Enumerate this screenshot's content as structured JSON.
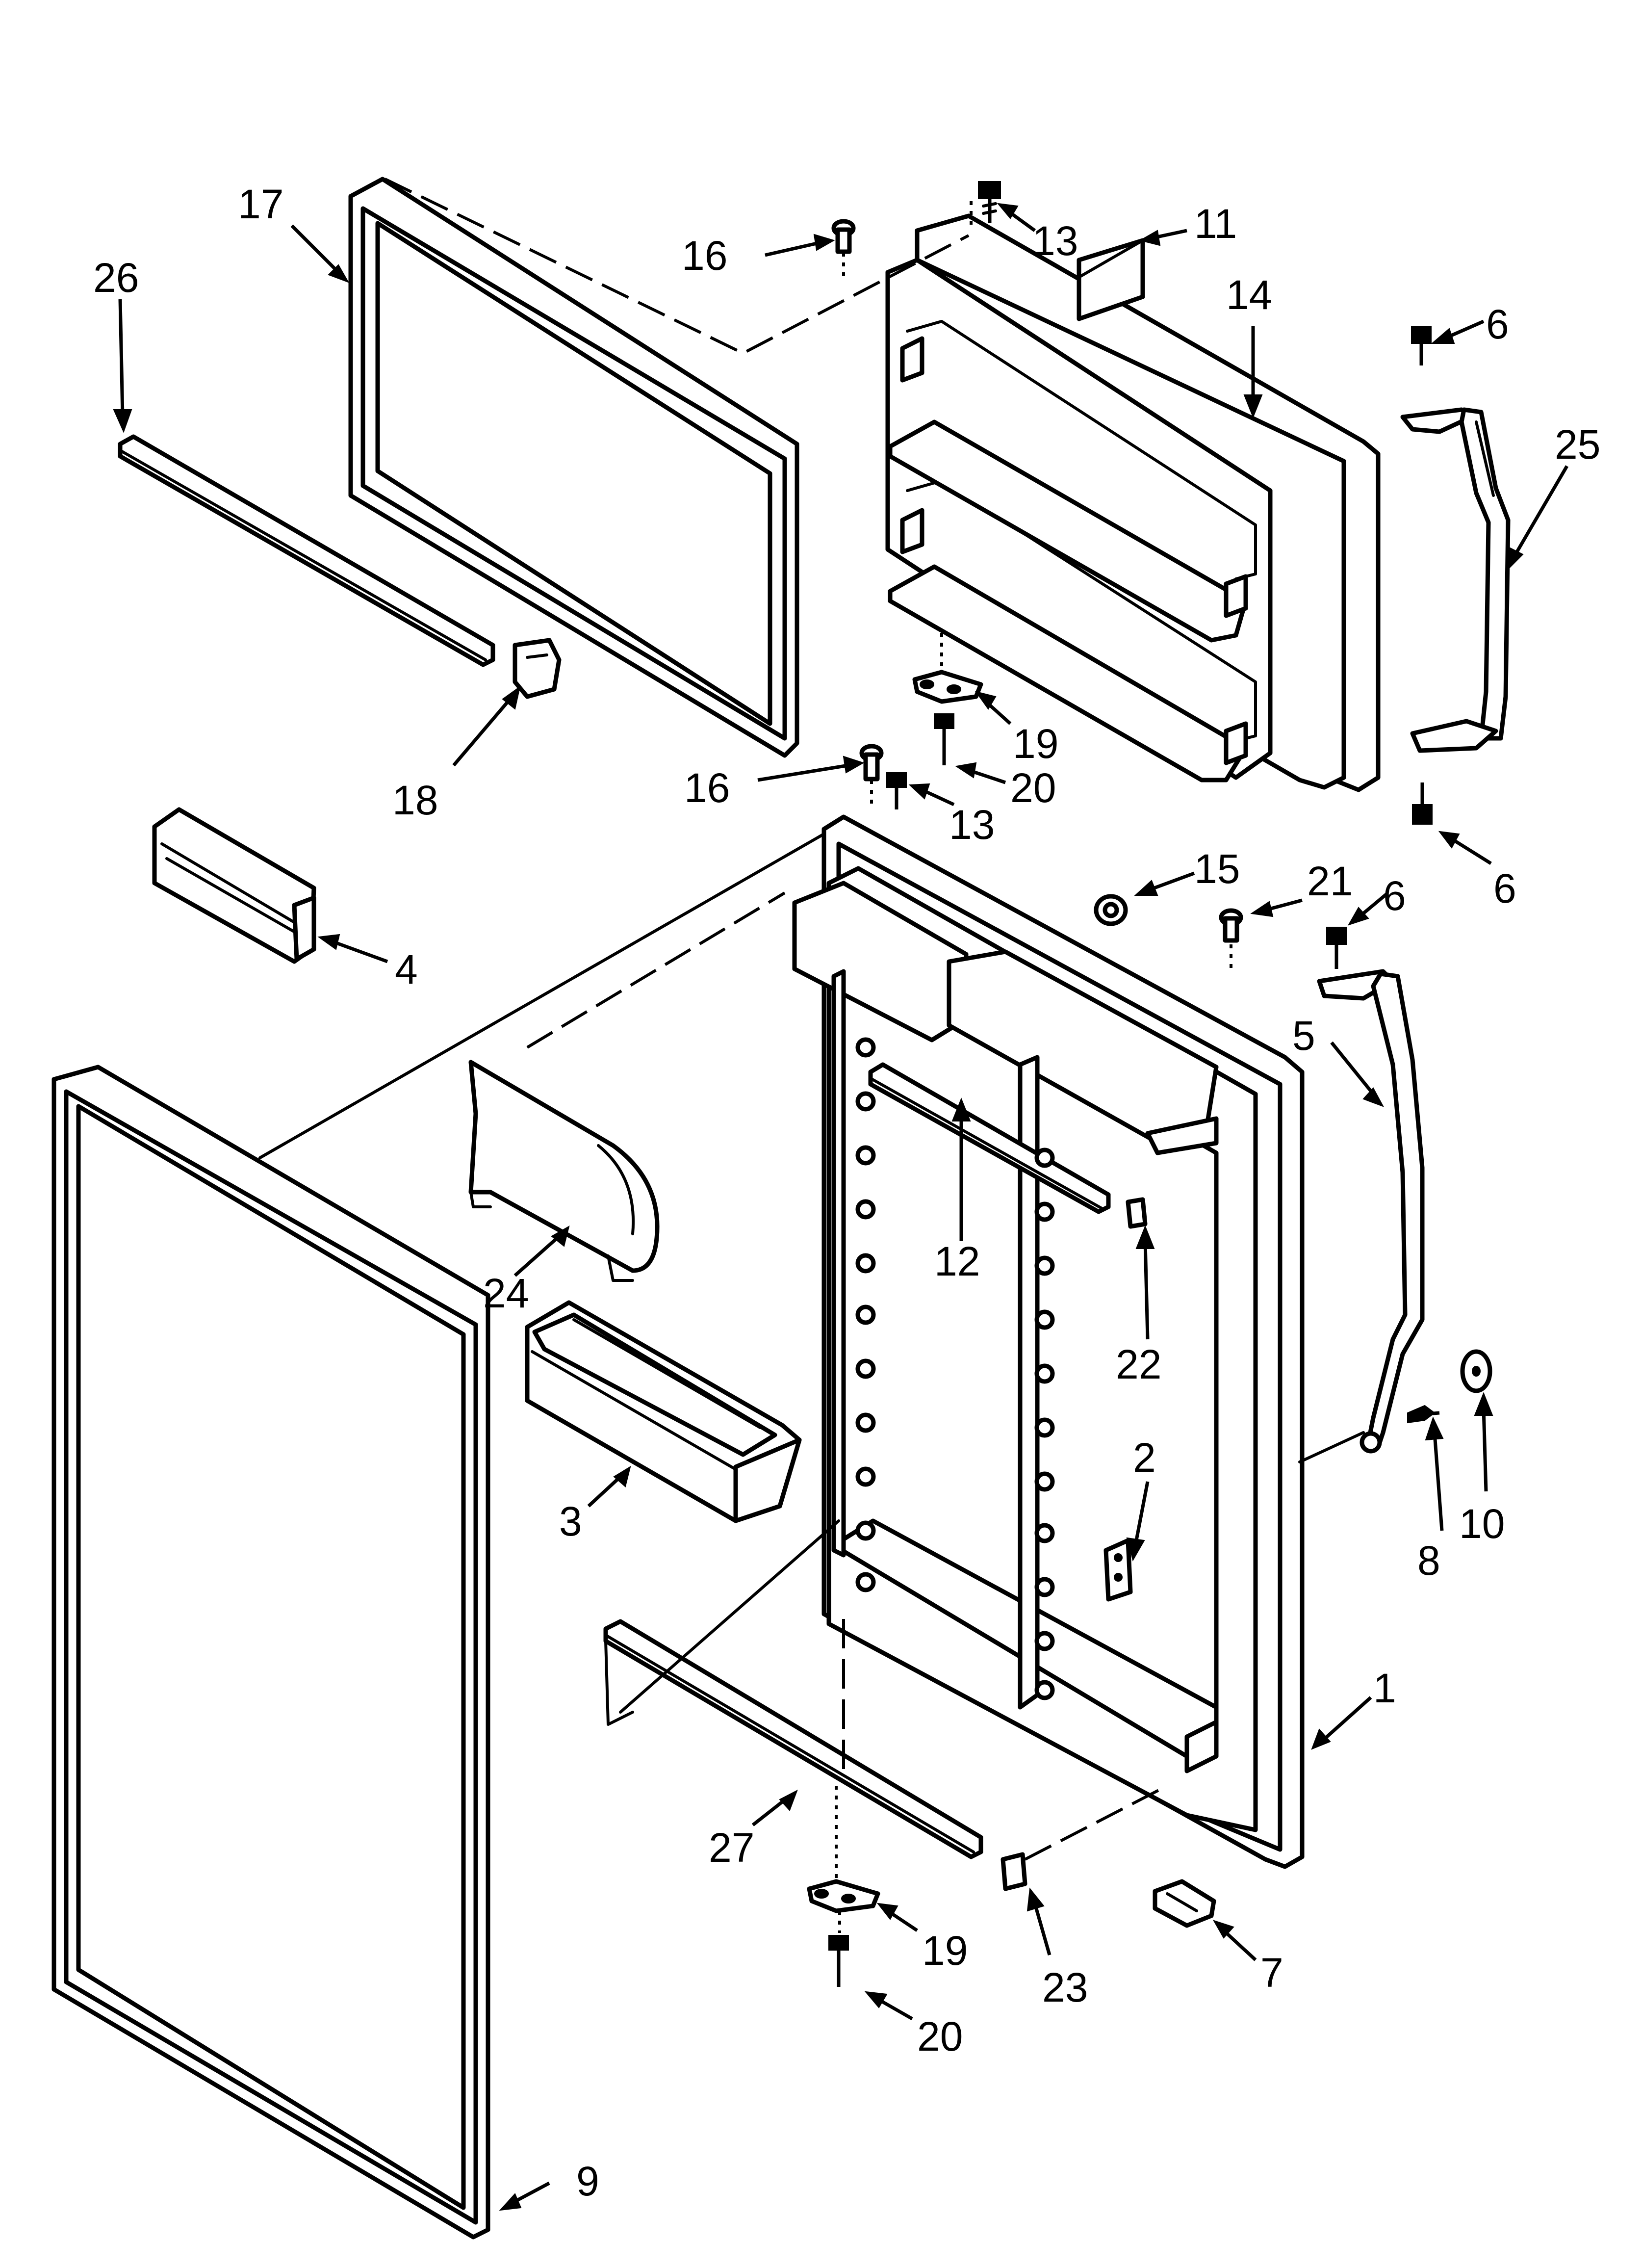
{
  "callouts": [
    {
      "id": "c17",
      "text": "17"
    },
    {
      "id": "c26",
      "text": "26"
    },
    {
      "id": "c16a",
      "text": "16"
    },
    {
      "id": "c13a",
      "text": "13"
    },
    {
      "id": "c11",
      "text": "11"
    },
    {
      "id": "c14",
      "text": "14"
    },
    {
      "id": "c6a",
      "text": "6"
    },
    {
      "id": "c25",
      "text": "25"
    },
    {
      "id": "c18",
      "text": "18"
    },
    {
      "id": "c19a",
      "text": "19"
    },
    {
      "id": "c16b",
      "text": "16"
    },
    {
      "id": "c20a",
      "text": "20"
    },
    {
      "id": "c13b",
      "text": "13"
    },
    {
      "id": "c6b",
      "text": "6"
    },
    {
      "id": "c15",
      "text": "15"
    },
    {
      "id": "c21",
      "text": "21"
    },
    {
      "id": "c6c",
      "text": "6"
    },
    {
      "id": "c4",
      "text": "4"
    },
    {
      "id": "c5",
      "text": "5"
    },
    {
      "id": "c12",
      "text": "12"
    },
    {
      "id": "c24",
      "text": "24"
    },
    {
      "id": "c22",
      "text": "22"
    },
    {
      "id": "c3",
      "text": "3"
    },
    {
      "id": "c2",
      "text": "2"
    },
    {
      "id": "c8",
      "text": "8"
    },
    {
      "id": "c10",
      "text": "10"
    },
    {
      "id": "c1",
      "text": "1"
    },
    {
      "id": "c27",
      "text": "27"
    },
    {
      "id": "c19b",
      "text": "19"
    },
    {
      "id": "c23",
      "text": "23"
    },
    {
      "id": "c7",
      "text": "7"
    },
    {
      "id": "c20b",
      "text": "20"
    },
    {
      "id": "c9",
      "text": "9"
    }
  ]
}
